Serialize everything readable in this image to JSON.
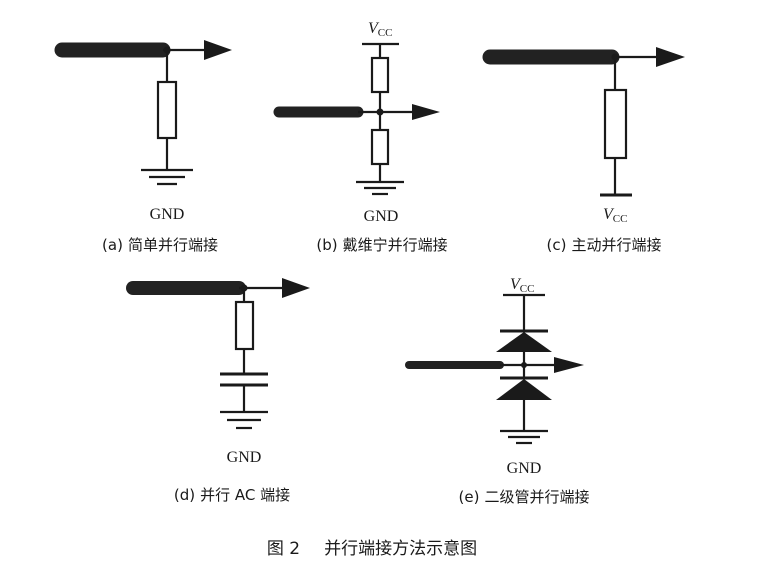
{
  "circuits": {
    "a": {
      "gnd_label": "GND",
      "caption_tag": "(a)",
      "caption_text": "简单并行端接"
    },
    "b": {
      "vcc_main": "V",
      "vcc_sub": "CC",
      "gnd_label": "GND",
      "caption_tag": "(b)",
      "caption_text": "戴维宁并行端接"
    },
    "c": {
      "vcc_main": "V",
      "vcc_sub": "CC",
      "caption_tag": "(c)",
      "caption_text": "主动并行端接"
    },
    "d": {
      "gnd_label": "GND",
      "caption_tag": "(d)",
      "caption_text": "并行 AC 端接"
    },
    "e": {
      "vcc_main": "V",
      "vcc_sub": "CC",
      "gnd_label": "GND",
      "caption_tag": "(e)",
      "caption_text": "二级管并行端接"
    }
  },
  "figure": {
    "number": "图 2",
    "title": "并行端接方法示意图"
  }
}
